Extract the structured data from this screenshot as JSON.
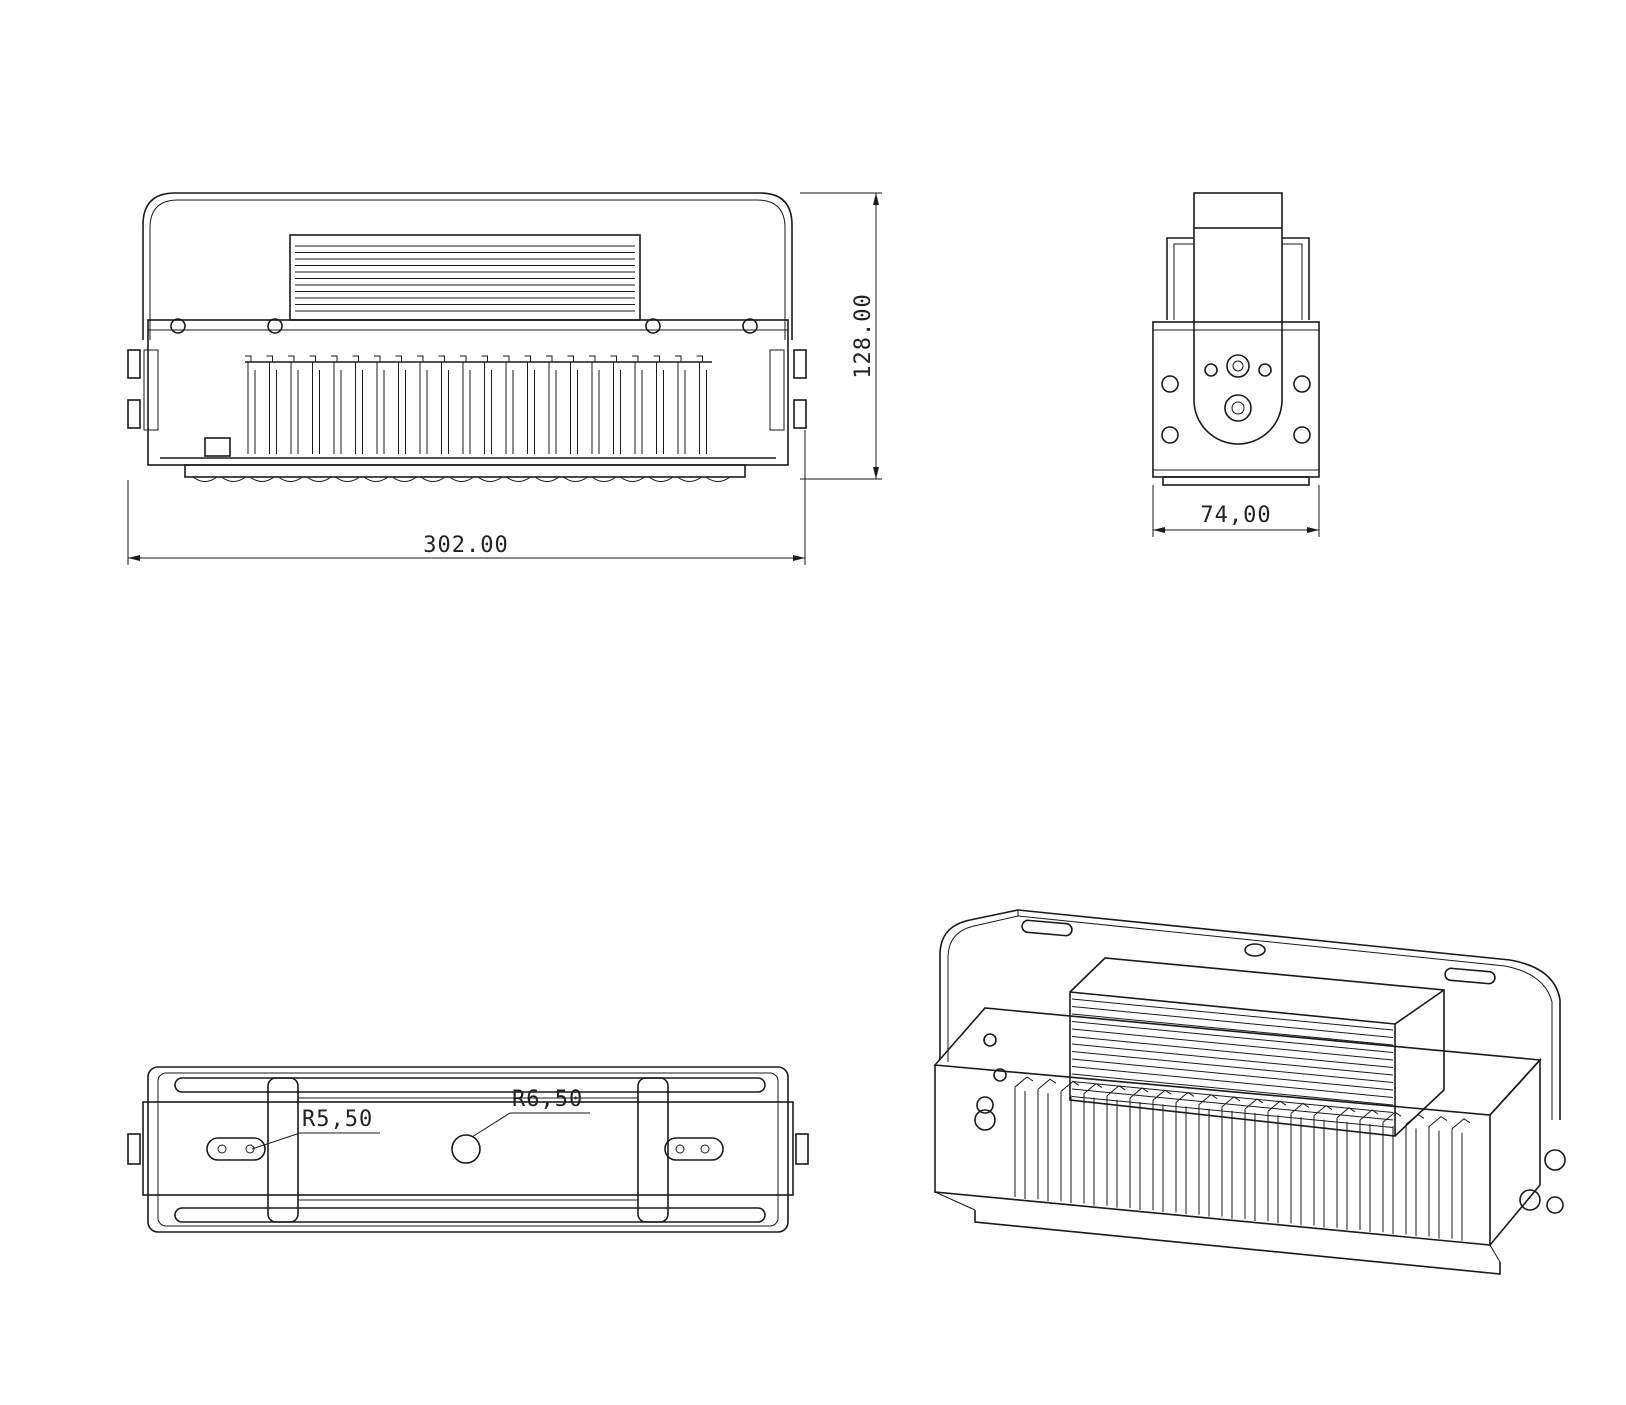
{
  "views": {
    "front": {
      "dimension_width": "302.00",
      "dimension_height": "128.00"
    },
    "side": {
      "dimension_depth": "74,00"
    },
    "bottom": {
      "callout_slot": "R5,50",
      "callout_hole": "R6,50"
    },
    "iso": {}
  }
}
